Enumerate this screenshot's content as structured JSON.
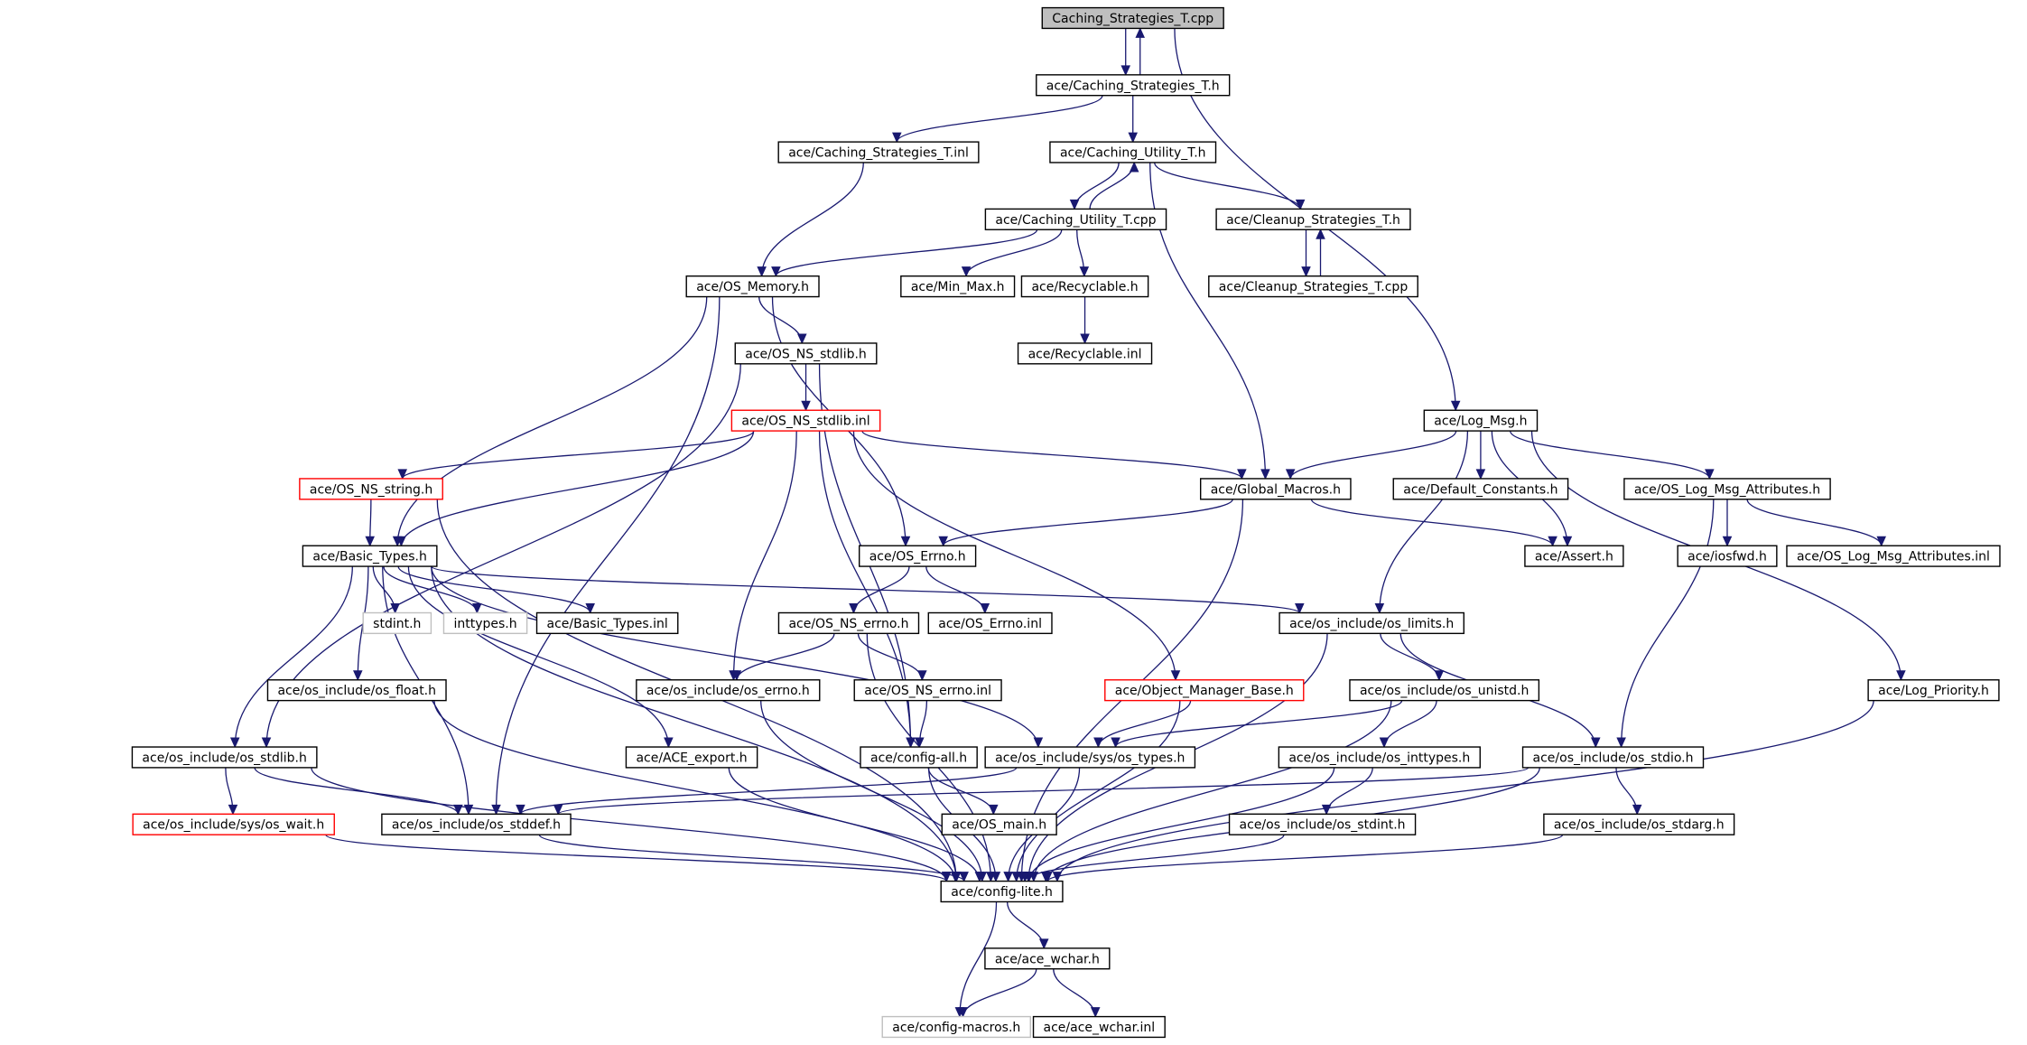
{
  "colors": {
    "edge": "#191970",
    "node_border": "#000000",
    "root_fill": "#bfbfbf",
    "truncated_border": "#ff0000",
    "unresolved_border": "#bfbfbf"
  },
  "nodes": [
    {
      "id": "root",
      "label": "Caching_Strategies_T.cpp",
      "kind": "root"
    },
    {
      "id": "cst_h",
      "label": "ace/Caching_Strategies_T.h",
      "kind": "normal"
    },
    {
      "id": "cst_inl",
      "label": "ace/Caching_Strategies_T.inl",
      "kind": "normal"
    },
    {
      "id": "cut_h",
      "label": "ace/Caching_Utility_T.h",
      "kind": "normal"
    },
    {
      "id": "cut_cpp",
      "label": "ace/Caching_Utility_T.cpp",
      "kind": "normal"
    },
    {
      "id": "cln_h",
      "label": "ace/Cleanup_Strategies_T.h",
      "kind": "normal"
    },
    {
      "id": "cln_cpp",
      "label": "ace/Cleanup_Strategies_T.cpp",
      "kind": "normal"
    },
    {
      "id": "osmem",
      "label": "ace/OS_Memory.h",
      "kind": "normal"
    },
    {
      "id": "minmax",
      "label": "ace/Min_Max.h",
      "kind": "normal"
    },
    {
      "id": "recyc",
      "label": "ace/Recyclable.h",
      "kind": "normal"
    },
    {
      "id": "recyc_inl",
      "label": "ace/Recyclable.inl",
      "kind": "normal"
    },
    {
      "id": "nsstdlib",
      "label": "ace/OS_NS_stdlib.h",
      "kind": "normal"
    },
    {
      "id": "nsstdlib_inl",
      "label": "ace/OS_NS_stdlib.inl",
      "kind": "truncated"
    },
    {
      "id": "logmsg",
      "label": "ace/Log_Msg.h",
      "kind": "normal"
    },
    {
      "id": "nsstring",
      "label": "ace/OS_NS_string.h",
      "kind": "truncated"
    },
    {
      "id": "globalmacros",
      "label": "ace/Global_Macros.h",
      "kind": "normal"
    },
    {
      "id": "defconst",
      "label": "ace/Default_Constants.h",
      "kind": "normal"
    },
    {
      "id": "logmsgattr",
      "label": "ace/OS_Log_Msg_Attributes.h",
      "kind": "normal"
    },
    {
      "id": "basictypes",
      "label": "ace/Basic_Types.h",
      "kind": "normal"
    },
    {
      "id": "oserrno",
      "label": "ace/OS_Errno.h",
      "kind": "normal"
    },
    {
      "id": "assert",
      "label": "ace/Assert.h",
      "kind": "normal"
    },
    {
      "id": "iosfwd",
      "label": "ace/iosfwd.h",
      "kind": "normal"
    },
    {
      "id": "logmsgattr_inl",
      "label": "ace/OS_Log_Msg_Attributes.inl",
      "kind": "normal"
    },
    {
      "id": "stdint",
      "label": "stdint.h",
      "kind": "unresolved"
    },
    {
      "id": "inttypes",
      "label": "inttypes.h",
      "kind": "unresolved"
    },
    {
      "id": "basictypes_inl",
      "label": "ace/Basic_Types.inl",
      "kind": "normal"
    },
    {
      "id": "nserrno",
      "label": "ace/OS_NS_errno.h",
      "kind": "normal"
    },
    {
      "id": "oserrno_inl",
      "label": "ace/OS_Errno.inl",
      "kind": "normal"
    },
    {
      "id": "oslimits",
      "label": "ace/os_include/os_limits.h",
      "kind": "normal"
    },
    {
      "id": "osfloat",
      "label": "ace/os_include/os_float.h",
      "kind": "normal"
    },
    {
      "id": "oserrno_os",
      "label": "ace/os_include/os_errno.h",
      "kind": "normal"
    },
    {
      "id": "nserrno_inl",
      "label": "ace/OS_NS_errno.inl",
      "kind": "normal"
    },
    {
      "id": "objmgr",
      "label": "ace/Object_Manager_Base.h",
      "kind": "truncated"
    },
    {
      "id": "osunistd",
      "label": "ace/os_include/os_unistd.h",
      "kind": "normal"
    },
    {
      "id": "logprio",
      "label": "ace/Log_Priority.h",
      "kind": "normal"
    },
    {
      "id": "osstdlib",
      "label": "ace/os_include/os_stdlib.h",
      "kind": "normal"
    },
    {
      "id": "aceexport",
      "label": "ace/ACE_export.h",
      "kind": "normal"
    },
    {
      "id": "configall",
      "label": "ace/config-all.h",
      "kind": "normal"
    },
    {
      "id": "systypes",
      "label": "ace/os_include/sys/os_types.h",
      "kind": "normal"
    },
    {
      "id": "osinttypes",
      "label": "ace/os_include/os_inttypes.h",
      "kind": "normal"
    },
    {
      "id": "osstdio",
      "label": "ace/os_include/os_stdio.h",
      "kind": "normal"
    },
    {
      "id": "syswait",
      "label": "ace/os_include/sys/os_wait.h",
      "kind": "truncated"
    },
    {
      "id": "osstddef",
      "label": "ace/os_include/os_stddef.h",
      "kind": "normal"
    },
    {
      "id": "osmain",
      "label": "ace/OS_main.h",
      "kind": "normal"
    },
    {
      "id": "osstdint",
      "label": "ace/os_include/os_stdint.h",
      "kind": "normal"
    },
    {
      "id": "osstdarg",
      "label": "ace/os_include/os_stdarg.h",
      "kind": "normal"
    },
    {
      "id": "configlite",
      "label": "ace/config-lite.h",
      "kind": "normal"
    },
    {
      "id": "acewchar",
      "label": "ace/ace_wchar.h",
      "kind": "normal"
    },
    {
      "id": "configmacros",
      "label": "ace/config-macros.h",
      "kind": "unresolved"
    },
    {
      "id": "acewchar_inl",
      "label": "ace/ace_wchar.inl",
      "kind": "normal"
    }
  ],
  "edges": [
    [
      "root",
      "cst_h"
    ],
    [
      "cst_h",
      "root"
    ],
    [
      "root",
      "logmsg"
    ],
    [
      "cst_h",
      "cst_inl"
    ],
    [
      "cst_h",
      "cut_h"
    ],
    [
      "cst_inl",
      "osmem"
    ],
    [
      "cut_h",
      "cut_cpp"
    ],
    [
      "cut_cpp",
      "cut_h"
    ],
    [
      "cut_h",
      "cln_h"
    ],
    [
      "cut_h",
      "globalmacros"
    ],
    [
      "cut_cpp",
      "osmem"
    ],
    [
      "cut_cpp",
      "minmax"
    ],
    [
      "cut_cpp",
      "recyc"
    ],
    [
      "cln_h",
      "cln_cpp"
    ],
    [
      "cln_cpp",
      "cln_h"
    ],
    [
      "recyc",
      "recyc_inl"
    ],
    [
      "osmem",
      "nsstdlib"
    ],
    [
      "osmem",
      "basictypes"
    ],
    [
      "osmem",
      "oserrno"
    ],
    [
      "osmem",
      "osstddef"
    ],
    [
      "nsstdlib",
      "nsstdlib_inl"
    ],
    [
      "nsstdlib",
      "osstdlib"
    ],
    [
      "nsstdlib",
      "configall"
    ],
    [
      "nsstdlib_inl",
      "nsstring"
    ],
    [
      "nsstdlib_inl",
      "basictypes"
    ],
    [
      "nsstdlib_inl",
      "globalmacros"
    ],
    [
      "nsstdlib_inl",
      "objmgr"
    ],
    [
      "nsstdlib_inl",
      "oserrno_os"
    ],
    [
      "nsstdlib_inl",
      "configall"
    ],
    [
      "nsstring",
      "basictypes"
    ],
    [
      "nsstring",
      "configlite"
    ],
    [
      "logmsg",
      "globalmacros"
    ],
    [
      "logmsg",
      "defconst"
    ],
    [
      "logmsg",
      "logmsgattr"
    ],
    [
      "logmsg",
      "assert"
    ],
    [
      "logmsg",
      "oslimits"
    ],
    [
      "logmsg",
      "logprio"
    ],
    [
      "globalmacros",
      "oserrno"
    ],
    [
      "globalmacros",
      "assert"
    ],
    [
      "globalmacros",
      "configlite"
    ],
    [
      "logmsgattr",
      "iosfwd"
    ],
    [
      "logmsgattr",
      "logmsgattr_inl"
    ],
    [
      "logmsgattr",
      "osstdio"
    ],
    [
      "basictypes",
      "stdint"
    ],
    [
      "basictypes",
      "inttypes"
    ],
    [
      "basictypes",
      "basictypes_inl"
    ],
    [
      "basictypes",
      "oslimits"
    ],
    [
      "basictypes",
      "osfloat"
    ],
    [
      "basictypes",
      "osstdlib"
    ],
    [
      "basictypes",
      "aceexport"
    ],
    [
      "basictypes",
      "osstddef"
    ],
    [
      "basictypes",
      "configlite"
    ],
    [
      "basictypes",
      "systypes"
    ],
    [
      "oserrno",
      "nserrno"
    ],
    [
      "oserrno",
      "oserrno_inl"
    ],
    [
      "nserrno",
      "oserrno_os"
    ],
    [
      "nserrno",
      "nserrno_inl"
    ],
    [
      "nserrno",
      "configlite"
    ],
    [
      "nserrno_inl",
      "configall"
    ],
    [
      "oslimits",
      "osunistd"
    ],
    [
      "oslimits",
      "osstdio"
    ],
    [
      "oslimits",
      "configlite"
    ],
    [
      "osfloat",
      "configlite"
    ],
    [
      "oserrno_os",
      "configlite"
    ],
    [
      "objmgr",
      "systypes"
    ],
    [
      "objmgr",
      "configlite"
    ],
    [
      "osunistd",
      "systypes"
    ],
    [
      "osunistd",
      "osinttypes"
    ],
    [
      "osunistd",
      "configlite"
    ],
    [
      "logprio",
      "configlite"
    ],
    [
      "osstdlib",
      "syswait"
    ],
    [
      "osstdlib",
      "osstddef"
    ],
    [
      "osstdlib",
      "configlite"
    ],
    [
      "aceexport",
      "configlite"
    ],
    [
      "configall",
      "osmain"
    ],
    [
      "configall",
      "configlite"
    ],
    [
      "systypes",
      "osstddef"
    ],
    [
      "systypes",
      "configlite"
    ],
    [
      "osinttypes",
      "osstdint"
    ],
    [
      "osinttypes",
      "configlite"
    ],
    [
      "osstdio",
      "osstdarg"
    ],
    [
      "osstdio",
      "osstddef"
    ],
    [
      "osstdio",
      "configlite"
    ],
    [
      "syswait",
      "configlite"
    ],
    [
      "osstddef",
      "configlite"
    ],
    [
      "osstdint",
      "configlite"
    ],
    [
      "osstdarg",
      "configlite"
    ],
    [
      "configlite",
      "acewchar"
    ],
    [
      "configlite",
      "configmacros"
    ],
    [
      "acewchar",
      "configmacros"
    ],
    [
      "acewchar",
      "acewchar_inl"
    ]
  ]
}
